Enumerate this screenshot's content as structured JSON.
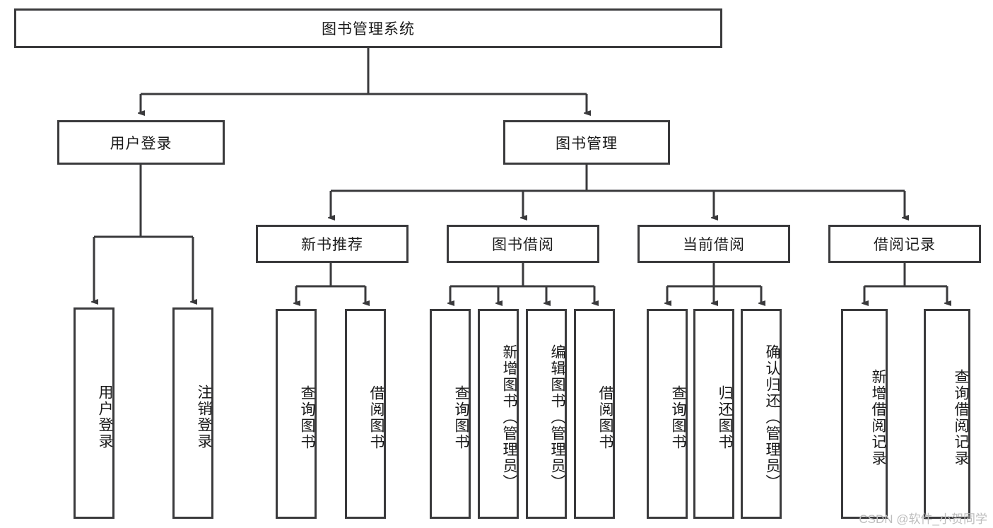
{
  "diagram": {
    "type": "tree-hierarchy",
    "orientation": "top-down",
    "title": "图书管理系统",
    "line_color": "#3a3a3c",
    "box_fill": "#ffffff",
    "background": "#ffffff",
    "text_color": "#1b1b1b"
  },
  "nodes": {
    "root": {
      "label": "图书管理系统",
      "level": 1
    },
    "l2": [
      {
        "id": "user-login",
        "label": "用户登录",
        "level": 2
      },
      {
        "id": "book-manage",
        "label": "图书管理",
        "level": 2
      }
    ],
    "l3": [
      {
        "id": "new-book-rec",
        "label": "新书推荐",
        "level": 3
      },
      {
        "id": "book-borrow",
        "label": "图书借阅",
        "level": 3
      },
      {
        "id": "current-borrow",
        "label": "当前借阅",
        "level": 3
      },
      {
        "id": "borrow-record",
        "label": "借阅记录",
        "level": 3
      }
    ],
    "leaves": [
      {
        "id": "leaf-user-login",
        "label": "用户登录",
        "parent": "user-login"
      },
      {
        "id": "leaf-logout-login",
        "label": "注销登录",
        "parent": "user-login"
      },
      {
        "id": "leaf-query-book-1",
        "label": "查询图书",
        "parent": "new-book-rec"
      },
      {
        "id": "leaf-borrow-book-1",
        "label": "借阅图书",
        "parent": "new-book-rec"
      },
      {
        "id": "leaf-query-book-2",
        "label": "查询图书",
        "parent": "book-borrow"
      },
      {
        "id": "leaf-add-book",
        "label": "新增图书（管理员）",
        "parent": "book-borrow"
      },
      {
        "id": "leaf-edit-book",
        "label": "编辑图书（管理员）",
        "parent": "book-borrow"
      },
      {
        "id": "leaf-borrow-book-2",
        "label": "借阅图书",
        "parent": "book-borrow"
      },
      {
        "id": "leaf-query-book-3",
        "label": "查询图书",
        "parent": "current-borrow"
      },
      {
        "id": "leaf-return-book",
        "label": "归还图书",
        "parent": "current-borrow"
      },
      {
        "id": "leaf-confirm-return",
        "label": "确认归还（管理员）",
        "parent": "current-borrow"
      },
      {
        "id": "leaf-add-record",
        "label": "新增借阅记录",
        "parent": "borrow-record"
      },
      {
        "id": "leaf-query-record",
        "label": "查询借阅记录",
        "parent": "borrow-record"
      }
    ]
  },
  "watermark": {
    "text": "CSDN @软件_小贺同学"
  }
}
